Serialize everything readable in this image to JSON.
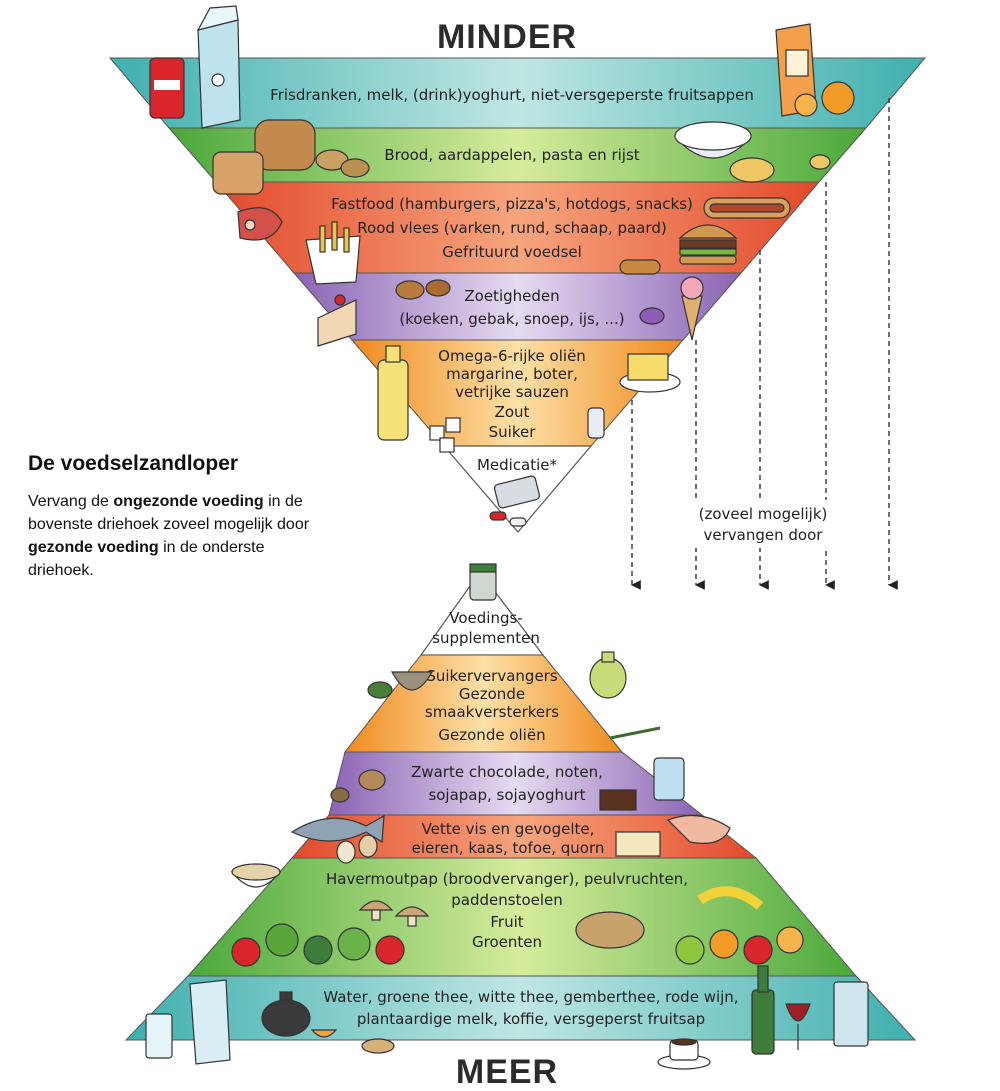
{
  "top_label": "MINDER",
  "bottom_label": "MEER",
  "info": {
    "title": "De voedselzandloper",
    "text_1": "Vervang de ",
    "bold_1": "ongezonde voeding",
    "text_2": " in de bovenste driehoek zoveel mogelijk door ",
    "bold_2": "gezonde voeding",
    "text_3": " in de onderste driehoek."
  },
  "arrow_label": [
    "(zoveel mogelijk)",
    "vervangen door"
  ],
  "top_triangle": [
    {
      "lines": [
        "Frisdranken, melk, (drink)yoghurt, niet-versgeperste fruitsappen"
      ],
      "color": "#5fc3c0"
    },
    {
      "lines": [
        "Brood, aardappelen, pasta en rijst"
      ],
      "color": "#8dc34f"
    },
    {
      "lines": [
        "Fastfood (hamburgers, pizza's, hotdogs, snacks)",
        "Rood vlees (varken, rund, schaap, paard)",
        "Gefrituurd voedsel"
      ],
      "color": "#ee6a42"
    },
    {
      "lines": [
        "Zoetigheden",
        "(koeken, gebak, snoep, ijs, ...)"
      ],
      "color": "#a98ac9"
    },
    {
      "lines": [
        "Omega-6-rijke oliën",
        "margarine, boter,",
        "vetrijke sauzen",
        "Zout",
        "Suiker"
      ],
      "color": "#f5a43f"
    },
    {
      "lines": [
        "Medicatie*"
      ],
      "color": "#ffffff"
    }
  ],
  "bottom_triangle": [
    {
      "lines": [
        "Voedings-",
        "supplementen"
      ],
      "color": "#ffffff"
    },
    {
      "lines": [
        "Suikervervangers",
        "Gezonde",
        "smaakversterkers",
        "Gezonde oliën"
      ],
      "color": "#f5a43f"
    },
    {
      "lines": [
        "Zwarte chocolade, noten,",
        "sojapap, sojayoghurt"
      ],
      "color": "#a98ac9"
    },
    {
      "lines": [
        "Vette vis en gevogelte,",
        "eieren, kaas, tofoe, quorn"
      ],
      "color": "#ee6a42"
    },
    {
      "lines": [
        "Havermoutpap (broodvervanger), peulvruchten,",
        "paddenstoelen",
        "Fruit",
        "Groenten"
      ],
      "color": "#8dc34f"
    },
    {
      "lines": [
        "Water, groene thee, witte thee, gemberthee, rode wijn,",
        "plantaardige melk, koffie, versgeperst fruitsap"
      ],
      "color": "#5fc3c0"
    }
  ]
}
